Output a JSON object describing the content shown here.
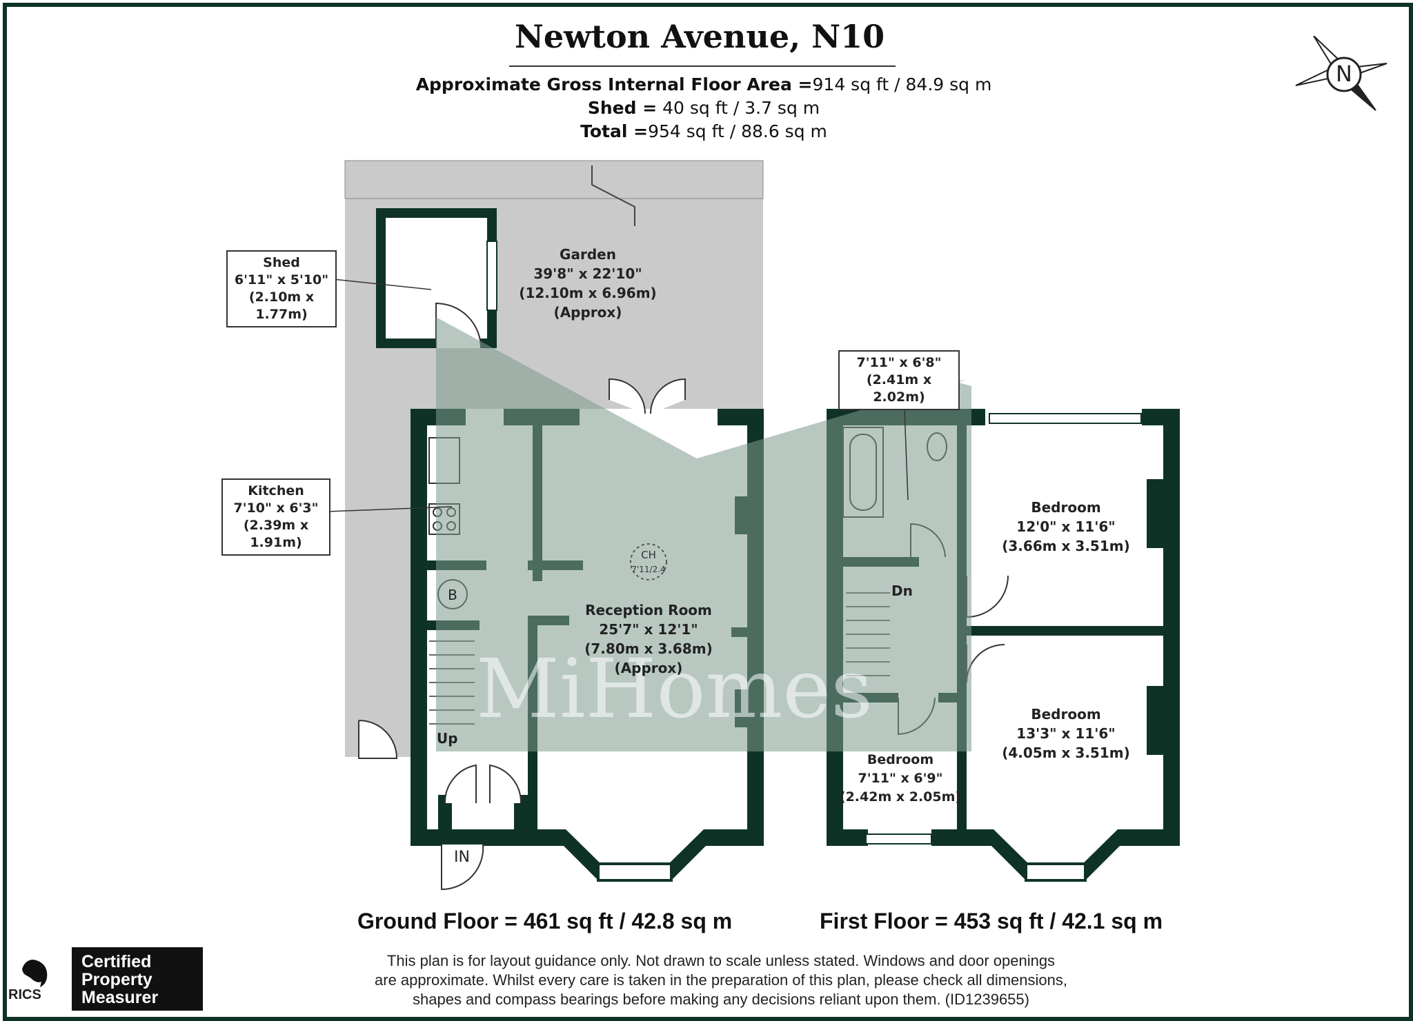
{
  "title": "Newton Avenue, N10",
  "areas": {
    "gross_label": "Approximate Gross Internal Floor Area =",
    "gross_value": "914 sq ft / 84.9 sq m",
    "shed_label": "Shed =",
    "shed_value": "40 sq ft / 3.7 sq m",
    "total_label": "Total =",
    "total_value": "954 sq ft / 88.6 sq m"
  },
  "compass": {
    "letter": "N"
  },
  "rooms": {
    "garden": {
      "name": "Garden",
      "size_imperial": "39'8\" x 22'10\"",
      "size_metric": "(12.10m x 6.96m)",
      "note": "(Approx)"
    },
    "shed": {
      "name": "Shed",
      "size_imperial": "6'11\" x 5'10\"",
      "size_metric": "(2.10m x 1.77m)"
    },
    "kitchen": {
      "name": "Kitchen",
      "size_imperial": "7'10\" x 6'3\"",
      "size_metric": "(2.39m x 1.91m)"
    },
    "reception": {
      "name": "Reception Room",
      "size_imperial": "25'7\" x 12'1\"",
      "size_metric": "(7.80m x 3.68m)",
      "note": "(Approx)"
    },
    "bathroom": {
      "size_imperial": "7'11\" x 6'8\"",
      "size_metric": "(2.41m x 2.02m)"
    },
    "bedroom1": {
      "name": "Bedroom",
      "size_imperial": "12'0\" x 11'6\"",
      "size_metric": "(3.66m x 3.51m)"
    },
    "bedroom2": {
      "name": "Bedroom",
      "size_imperial": "13'3\" x 11'6\"",
      "size_metric": "(4.05m x 3.51m)"
    },
    "bedroom3": {
      "name": "Bedroom",
      "size_imperial": "7'11\" x 6'9\"",
      "size_metric": "(2.42m x 2.05m)"
    }
  },
  "markers": {
    "boiler": "B",
    "ch": "CH",
    "ch_note": "7'11/2.4",
    "up": "Up",
    "down": "Dn",
    "entrance": "IN"
  },
  "watermark": "MiHomes",
  "floors": {
    "ground": "Ground Floor = 461 sq ft / 42.8 sq m",
    "first": "First Floor = 453 sq ft / 42.1 sq m"
  },
  "disclaimer": [
    "This plan is for layout guidance only. Not drawn to scale unless stated. Windows and door openings",
    "are approximate. Whilst every care is taken in the preparation of this plan, please check all dimensions,",
    "shapes and compass bearings before making any decisions reliant upon them. (ID1239655)"
  ],
  "badges": {
    "rics": "RICS",
    "cert_line1": "Certified",
    "cert_line2": "Property",
    "cert_line3": "Measurer"
  },
  "colors": {
    "wall": "#0e3326",
    "garden": "#cacaca",
    "overlay": "#7d9a8c"
  }
}
